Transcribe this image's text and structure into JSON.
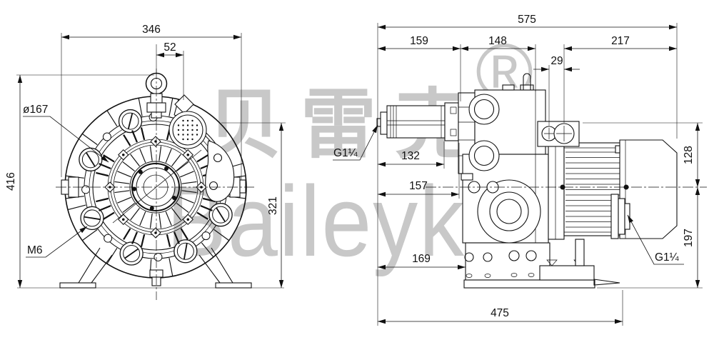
{
  "watermark": {
    "chinese": "贝雷克",
    "latin": "Baileyk",
    "registered_mark": "®",
    "color": "#c8c8c8"
  },
  "front_view": {
    "dim_overall_width": "346",
    "dim_eyebolt_offset": "52",
    "label_flange_diameter": "ø167",
    "dim_overall_height": "416",
    "label_mount_thread": "M6",
    "dim_axis_height": "321"
  },
  "side_view": {
    "dim_overall_length": "575",
    "dim_silencer_section": "159",
    "dim_pump_section": "148",
    "dim_motor_section": "217",
    "dim_gland_offset": "29",
    "dim_top_to_axis": "128",
    "dim_silencer_length": "132",
    "dim_inlet_axis_length": "157",
    "dim_housing_length": "169",
    "dim_axis_to_base": "197",
    "dim_base_length": "475",
    "label_inlet_port": "G1¼",
    "label_outlet_port": "G1¼"
  }
}
